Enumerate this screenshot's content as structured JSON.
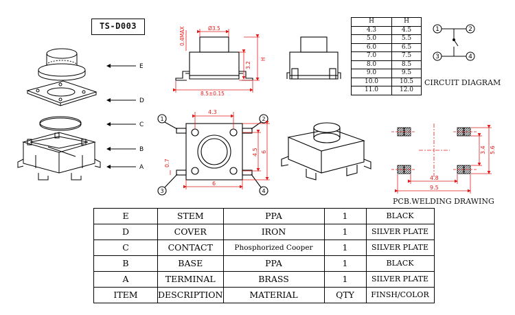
{
  "model": "TS-D003",
  "height_table": {
    "headers": [
      "H",
      "H"
    ],
    "rows": [
      [
        "4.3",
        "4.5"
      ],
      [
        "5.0",
        "5.5"
      ],
      [
        "6.0",
        "6.5"
      ],
      [
        "7.0",
        "7.5"
      ],
      [
        "8.0",
        "8.5"
      ],
      [
        "9.0",
        "9.5"
      ],
      [
        "10.0",
        "10.5"
      ],
      [
        "11.0",
        "12.0"
      ]
    ]
  },
  "circuit": {
    "title": "CIRCUIT DIAGRAM",
    "pins": [
      "1",
      "2",
      "3",
      "4"
    ]
  },
  "pcb": {
    "title": "PCB.WELDING DRAWING",
    "dims": [
      "3.4",
      "5.6",
      "4.8",
      "9.5"
    ]
  },
  "exploded_labels": [
    "E",
    "D",
    "C",
    "B",
    "A"
  ],
  "front_view": {
    "dims": [
      "Ø3.5",
      "0.4MAX",
      "H",
      "3.2",
      "8.5±0.15"
    ]
  },
  "top_view": {
    "pins": [
      "1",
      "2",
      "3",
      "4"
    ],
    "dims": [
      "4.3",
      "4.5",
      "6",
      "0.7",
      "6"
    ]
  },
  "bom": {
    "rows": [
      [
        "E",
        "STEM",
        "PPA",
        "1",
        "BLACK"
      ],
      [
        "D",
        "COVER",
        "IRON",
        "1",
        "SILVER PLATE"
      ],
      [
        "C",
        "CONTACT",
        "Phosphorized Cooper",
        "1",
        "SILVER PLATE"
      ],
      [
        "B",
        "BASE",
        "PPA",
        "1",
        "BLACK"
      ],
      [
        "A",
        "TERMINAL",
        "BRASS",
        "1",
        "SILVER PLATE"
      ]
    ],
    "header": [
      "ITEM",
      "DESCRIPTION",
      "MATERIAL",
      "QTY",
      "FINSH/COLOR"
    ]
  }
}
